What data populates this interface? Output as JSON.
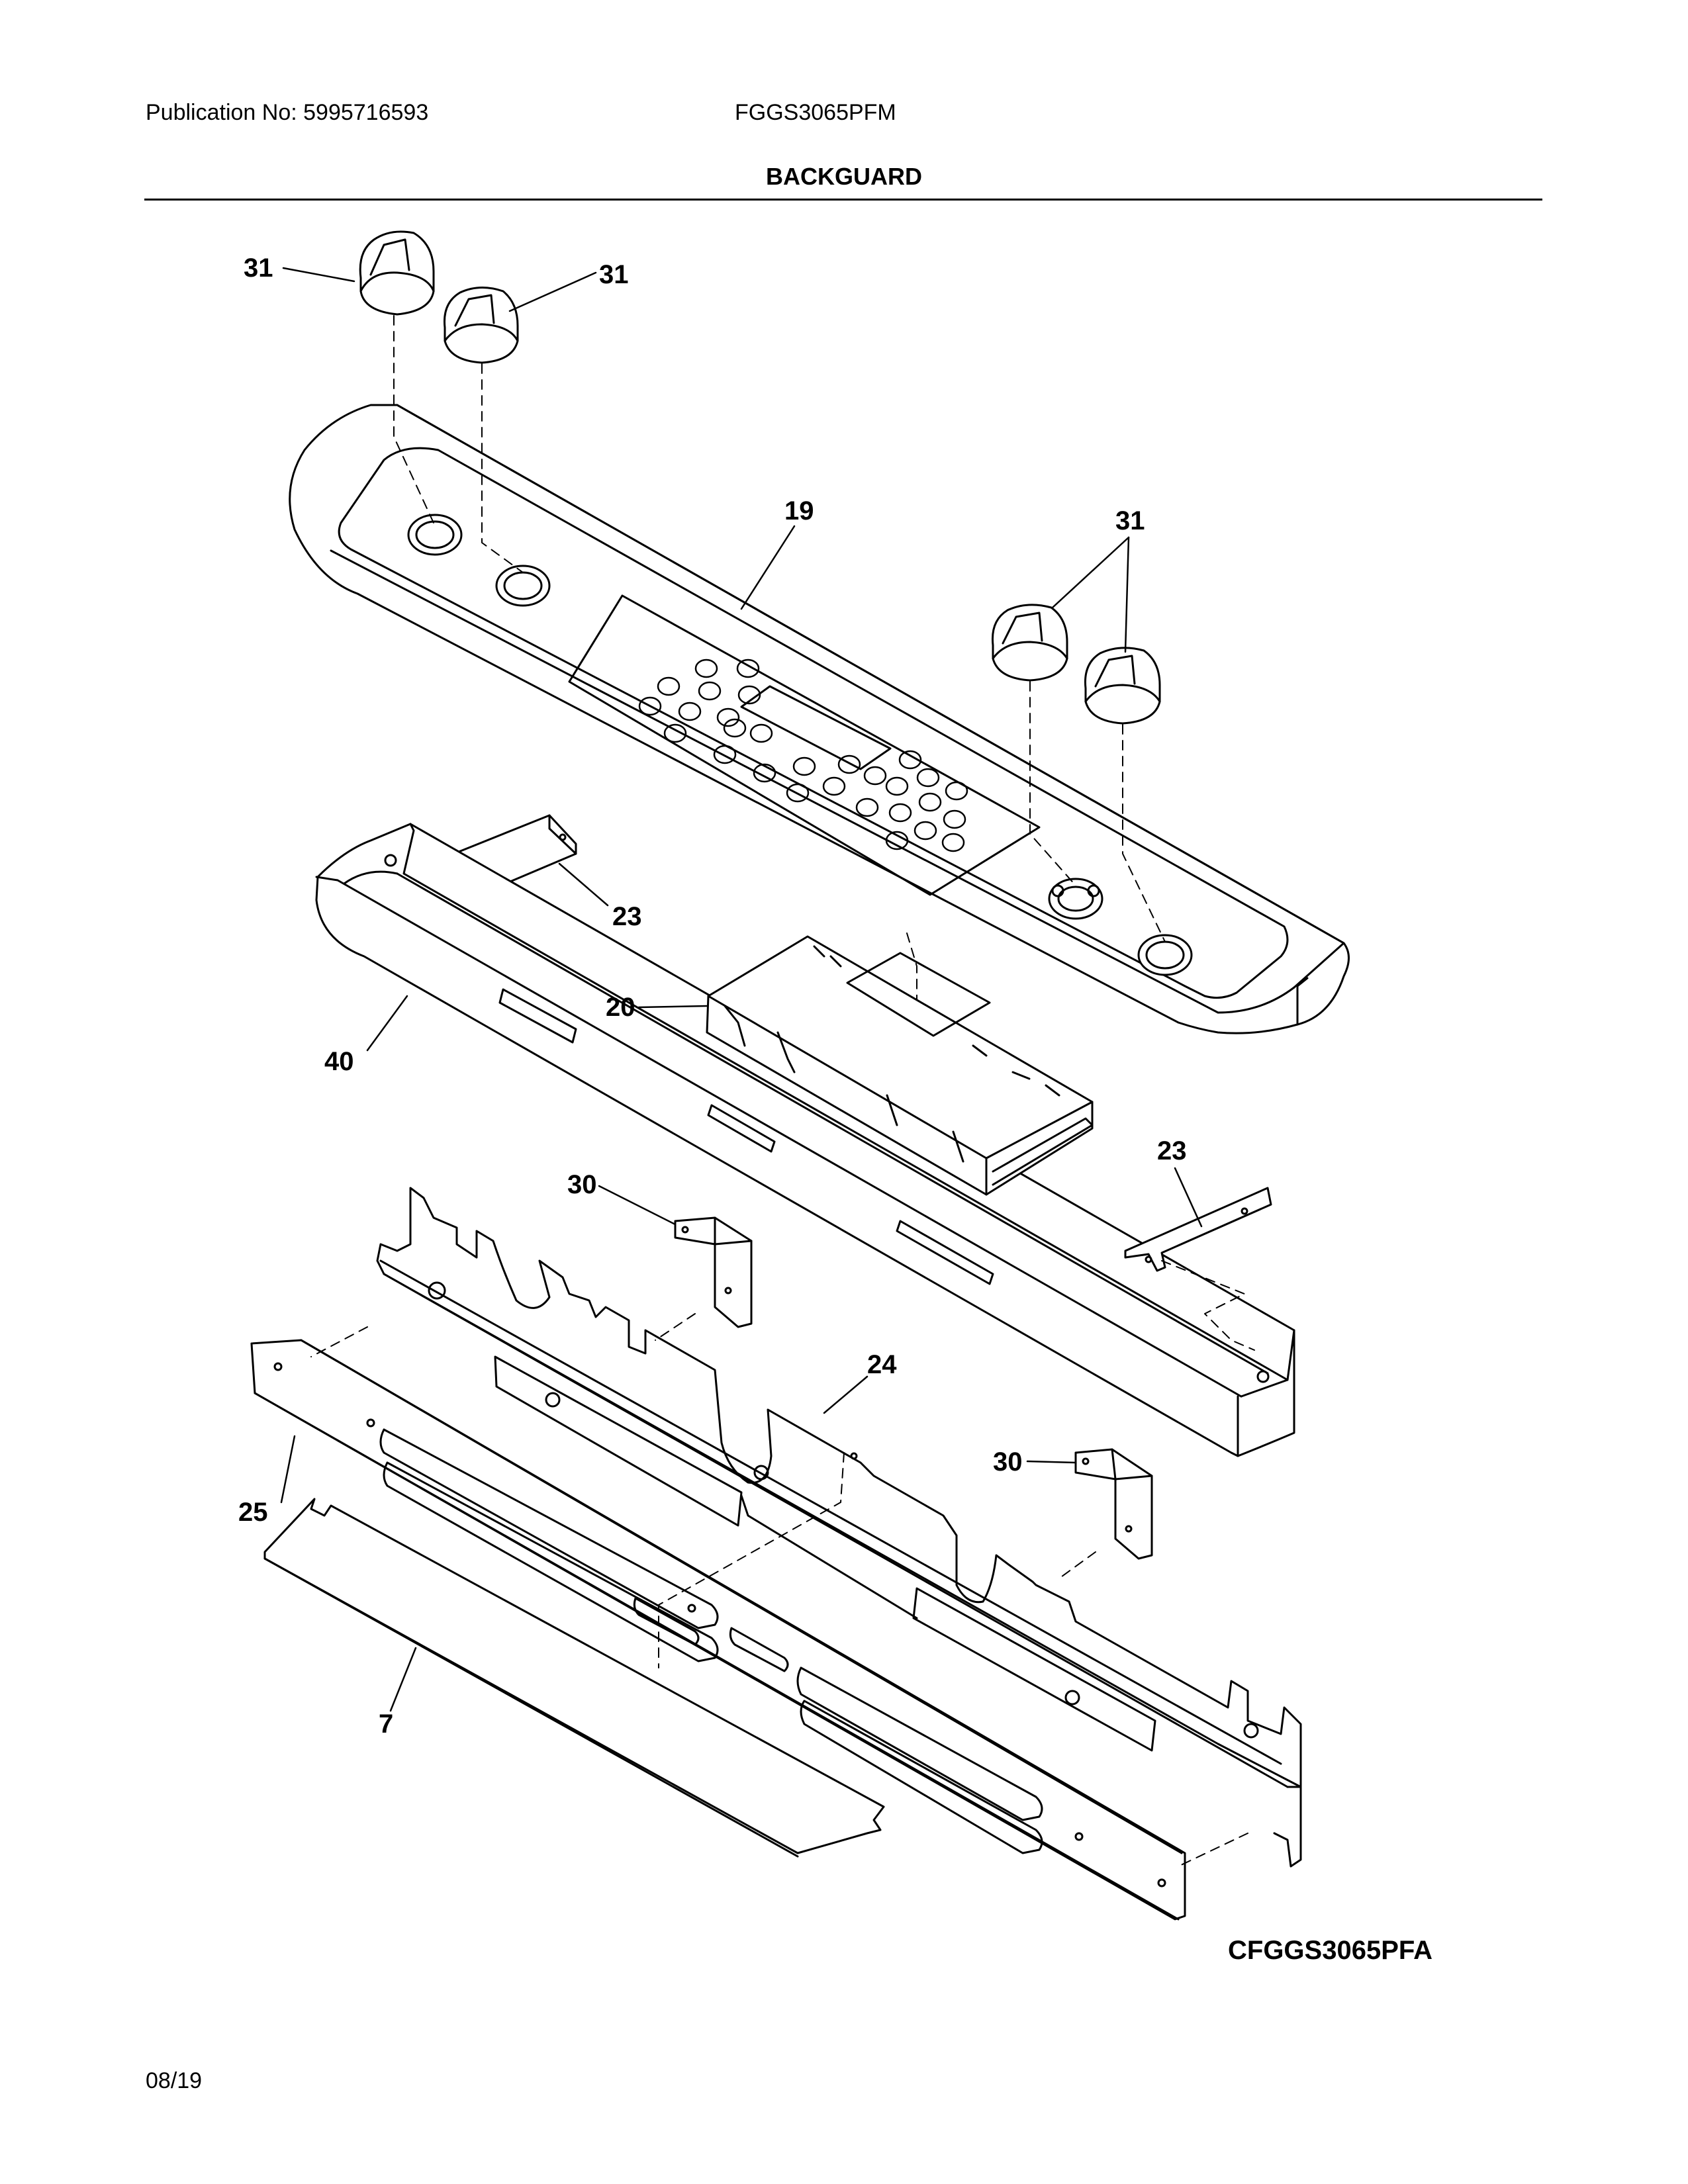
{
  "header": {
    "publication": "Publication No: 5995716593",
    "model": "FGGS3065PFM",
    "section_title": "BACKGUARD"
  },
  "callouts": {
    "knob_left_1": "31",
    "knob_left_2": "31",
    "backguard_panel": "19",
    "knobs_right": "31",
    "bracket_upper_left": "23",
    "control_board": "20",
    "trim_lower": "40",
    "bracket_lower_right": "23",
    "spacer_left": "30",
    "frame_rear": "24",
    "spacer_right": "30",
    "frame_front": "25",
    "shield": "7"
  },
  "diagram_code": "CFGGS3065PFA",
  "footer": {
    "date": "08/19"
  },
  "colors": {
    "line": "#000000",
    "background": "#ffffff"
  }
}
